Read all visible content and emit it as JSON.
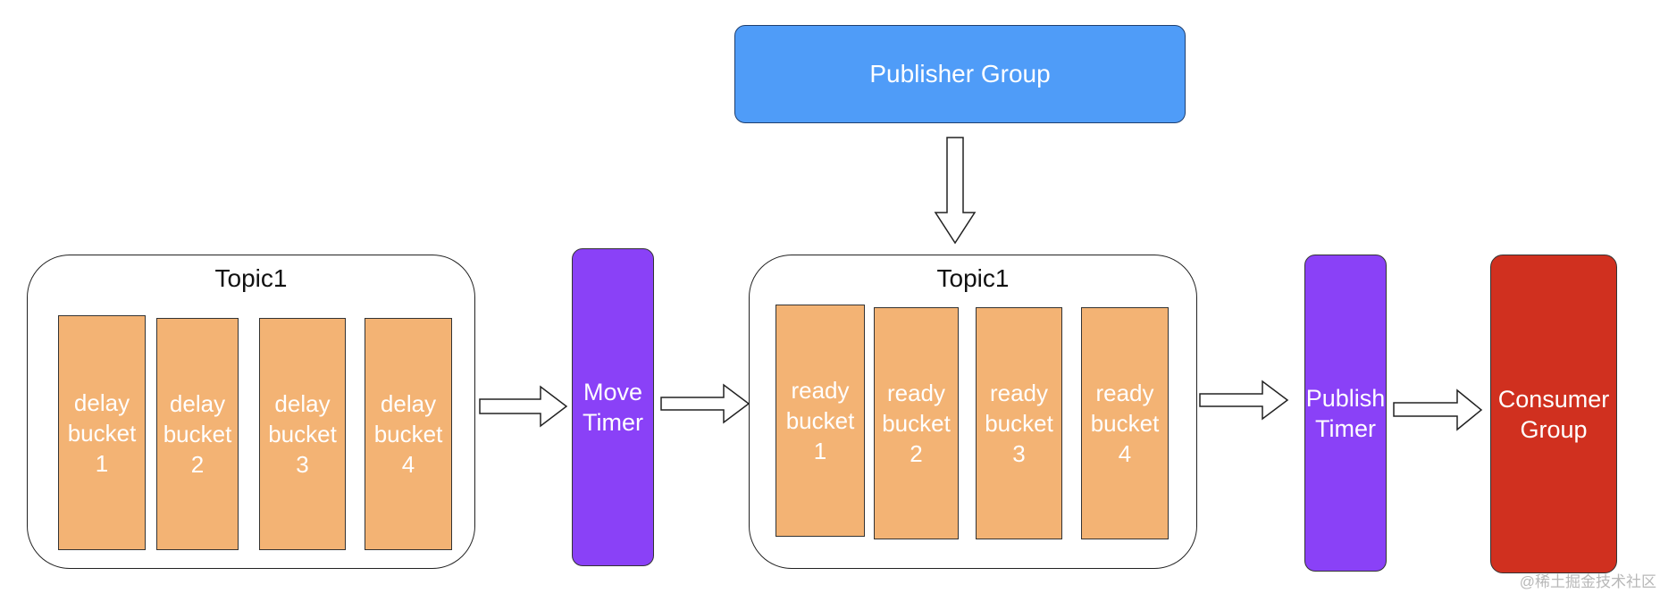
{
  "publisher_group": {
    "label": "Publisher Group"
  },
  "delay_topic": {
    "title": "Topic1",
    "buckets": [
      "delay\nbucket\n1",
      "delay\nbucket\n2",
      "delay\nbucket\n3",
      "delay\nbucket\n4"
    ]
  },
  "move_timer": {
    "label": "Move\nTimer"
  },
  "ready_topic": {
    "title": "Topic1",
    "buckets": [
      "ready\nbucket\n1",
      "ready\nbucket\n2",
      "ready\nbucket\n3",
      "ready\nbucket\n4"
    ]
  },
  "publish_timer": {
    "label": "Publish\nTimer"
  },
  "consumer_group": {
    "label": "Consumer\nGroup"
  },
  "watermark": "@稀土掘金技术社区",
  "colors": {
    "publisher": "#4f9cf8",
    "bucket": "#f3b374",
    "timer": "#8a41f7",
    "consumer": "#d0301f"
  }
}
